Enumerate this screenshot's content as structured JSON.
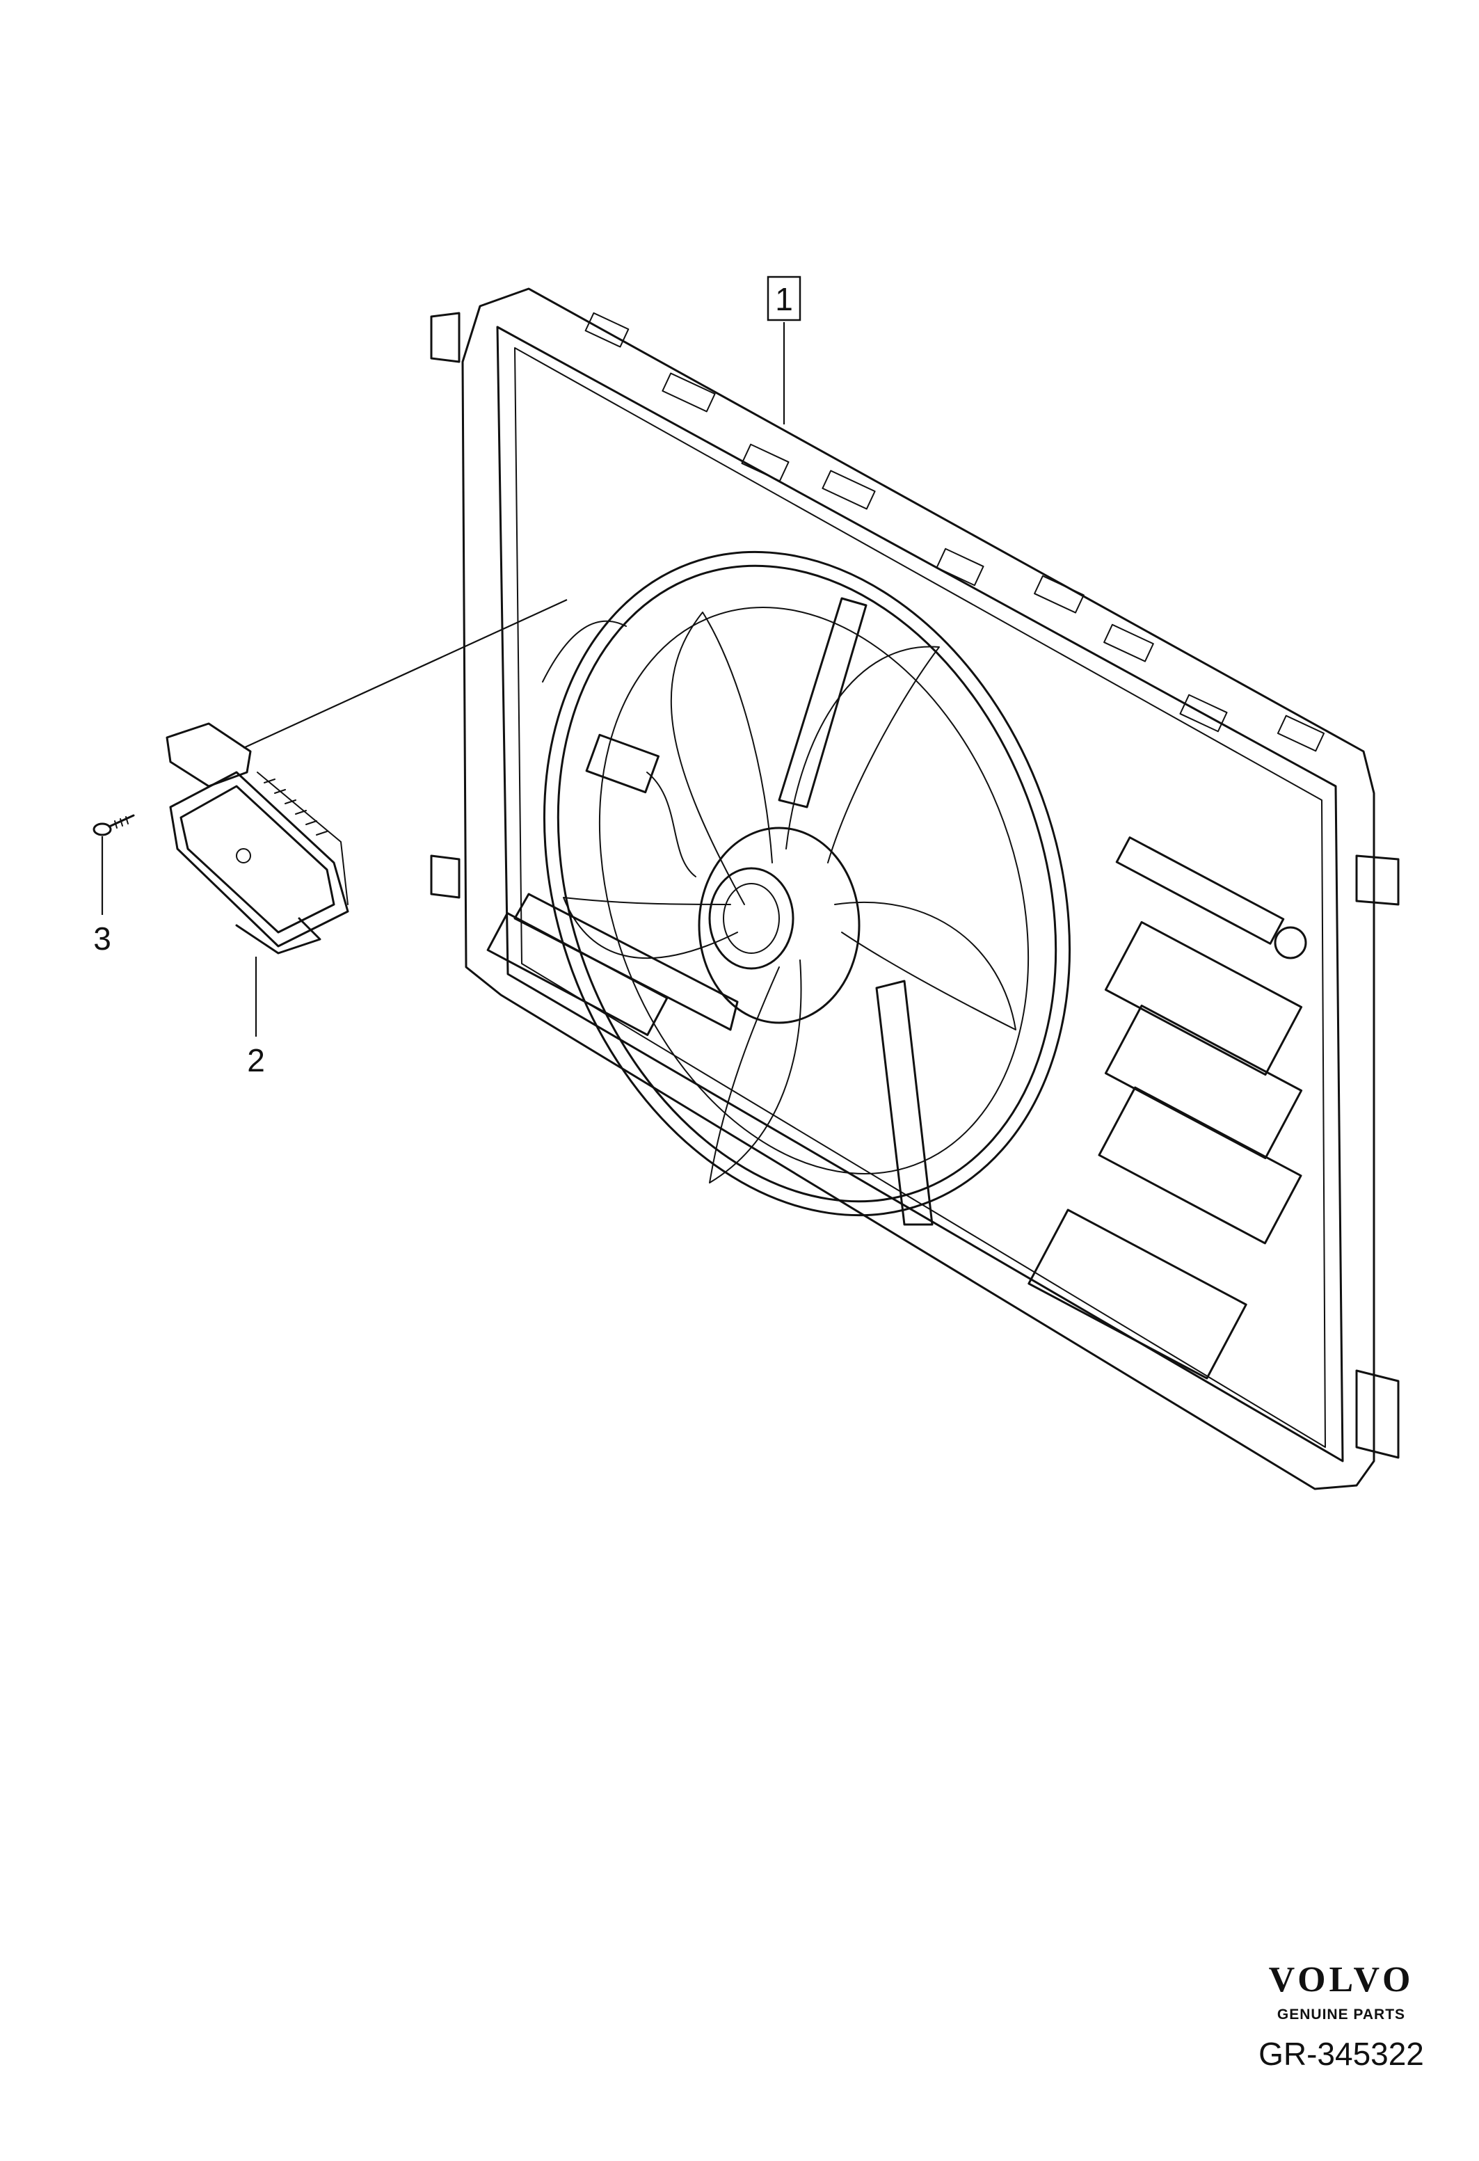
{
  "callouts": {
    "part_1": "1",
    "part_2": "2",
    "part_3": "3"
  },
  "logo": {
    "brand": "VOLVO",
    "tagline": "GENUINE PARTS"
  },
  "reference_code": "GR-345322"
}
